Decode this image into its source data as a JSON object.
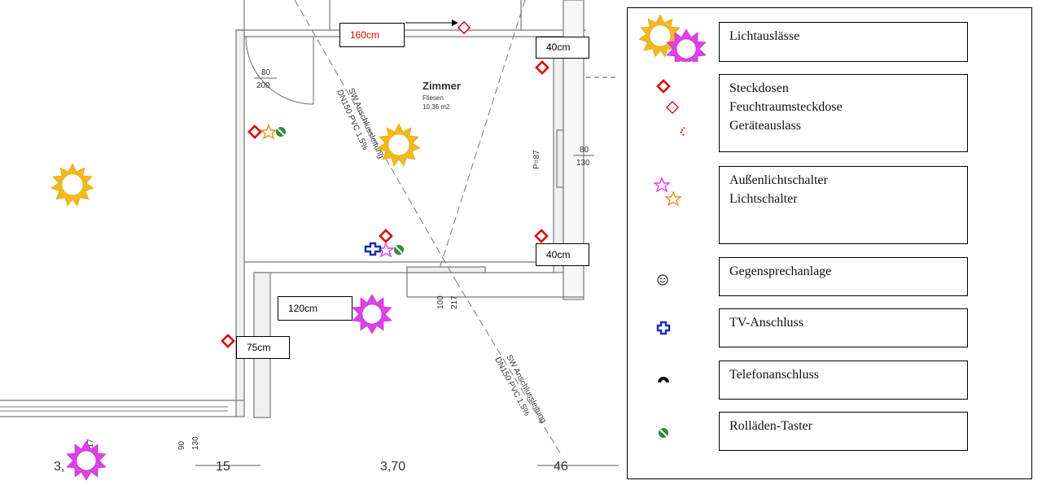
{
  "plan": {
    "room_name": "Zimmer",
    "room_floor": "Fliesen",
    "room_area": "10,36 m2",
    "pipe_label_1": "SW Anschlussleitung",
    "pipe_label_2": "DN150 PVC 1,5%",
    "door1_width": "80",
    "door1_height": "200",
    "door2_width": "80",
    "door2_height": "130",
    "wall_mark": "P=87",
    "door3_width": "100",
    "door3_height": "217",
    "lower_door_width": "90",
    "lower_door_height": "130",
    "lower_left_partial": "3,",
    "lower_left_partial2": "217",
    "dim_15": "15",
    "dim_370": "3,70",
    "dim_46": "46"
  },
  "callouts": {
    "c160": "160cm",
    "c40a": "40cm",
    "c40b": "40cm",
    "c120": "120cm",
    "c75": "75cm"
  },
  "legend": {
    "lights": [
      "Lichtauslässe"
    ],
    "sockets": [
      "Steckdosen",
      "Feuchtraumsteckdose",
      "Geräteauslass"
    ],
    "switches": [
      "Außenlichtschalter",
      "Lichtschalter"
    ],
    "intercom": "Gegensprechanlage",
    "tv": "TV-Anschluss",
    "phone": "Telefonanschluss",
    "shutter": "Rolläden-Taster"
  },
  "colors": {
    "socket": "#e00000",
    "light_ceiling": "#f2b81f",
    "light_outdoor": "#e040e8",
    "switch": "#f09020",
    "tv": "#1a2fb0",
    "shutter": "#2e8b3a",
    "callout_red_text": "#e00000"
  }
}
